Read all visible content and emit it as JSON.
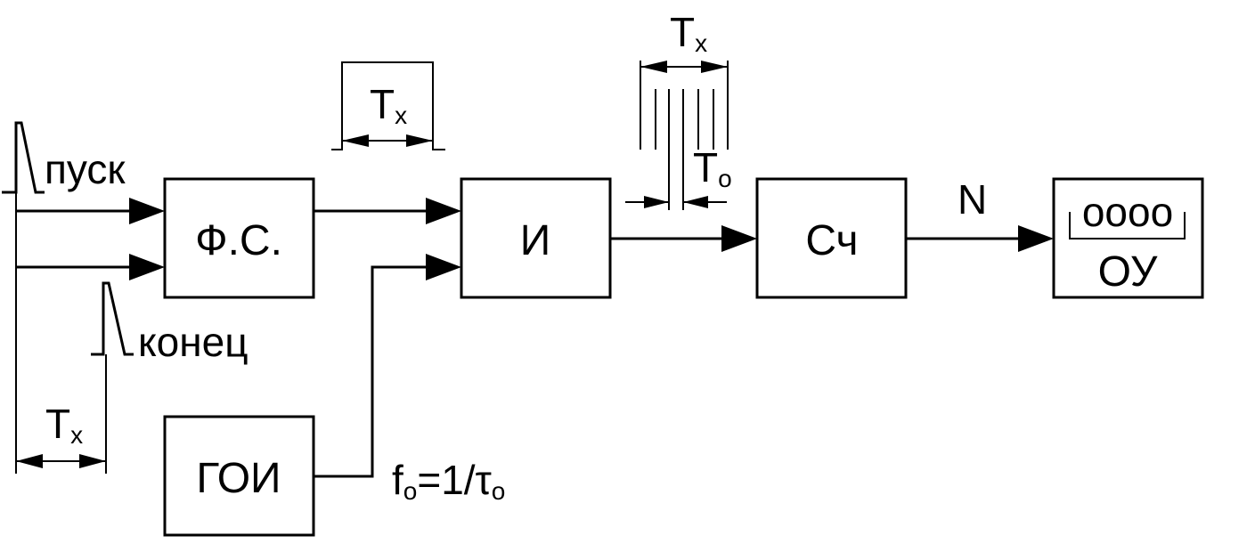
{
  "blocks": {
    "fs": "Ф.С.",
    "and_gate": "И",
    "counter": "Сч",
    "goi": "ГОИ",
    "display_digits": "oooo",
    "display_name": "ОУ"
  },
  "labels": {
    "start": "пуск",
    "end": "конец",
    "count": "N",
    "freq_f": "f",
    "freq_sub": "o",
    "freq_mid": "=1/τ",
    "freq_tail_sub": "o"
  },
  "intervals": {
    "tx_main": "T",
    "tx_sub": "x",
    "to_main": "T",
    "to_sub": "o"
  }
}
